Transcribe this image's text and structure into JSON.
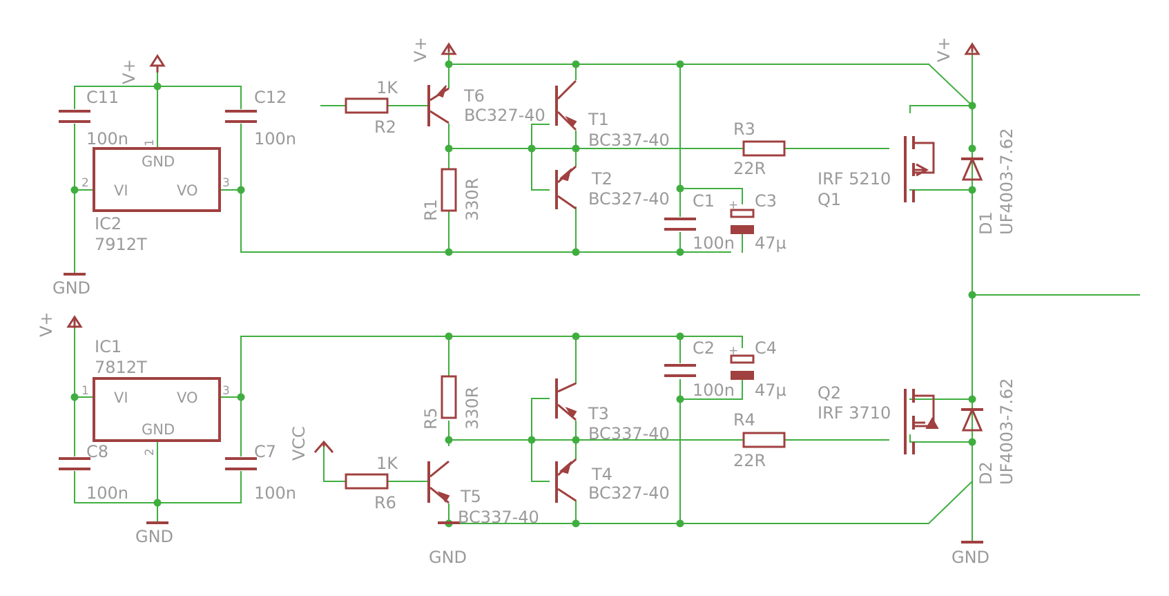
{
  "colors": {
    "wire": "#3fae3f",
    "part": "#a04040",
    "label": "#9a9a9a",
    "background": "#ffffff"
  },
  "labels": {
    "vplus": "V+",
    "gnd": "GND",
    "vcc": "VCC",
    "c11": "C11",
    "c11_val": "100n",
    "c12": "C12",
    "c12_val": "100n",
    "c8": "C8",
    "c8_val": "100n",
    "c7": "C7",
    "c7_val": "100n",
    "ic2": "IC2",
    "ic2_val": "7912T",
    "ic1": "IC1",
    "ic1_val": "7812T",
    "ic_gnd": "GND",
    "ic_vi": "VI",
    "ic_vo": "VO",
    "pin1": "1",
    "pin2": "2",
    "pin3": "3",
    "r2": "R2",
    "r2_val": "1K",
    "r6": "R6",
    "r6_val": "1K",
    "r1": "R1",
    "r1_val": "330R",
    "r5": "R5",
    "r5_val": "330R",
    "r3": "R3",
    "r3_val": "22R",
    "r4": "R4",
    "r4_val": "22R",
    "t6": "T6",
    "t6_val": "BC327-40",
    "t1": "T1",
    "t1_val": "BC337-40",
    "t2": "T2",
    "t2_val": "BC327-40",
    "t3": "T3",
    "t3_val": "BC337-40",
    "t4": "T4",
    "t4_val": "BC327-40",
    "t5": "T5",
    "t5_val": "BC337-40",
    "c1": "C1",
    "c1_val": "100n",
    "c3": "C3",
    "c3_val": "47µ",
    "c2": "C2",
    "c2_val": "100n",
    "c4": "C4",
    "c4_val": "47µ",
    "q1": "Q1",
    "q1_val": "IRF 5210",
    "q2": "Q2",
    "q2_val": "IRF 3710",
    "d1": "D1",
    "d1_val": "UF4003-7.62",
    "d2": "D2",
    "d2_val": "UF4003-7.62",
    "plus": "+"
  }
}
